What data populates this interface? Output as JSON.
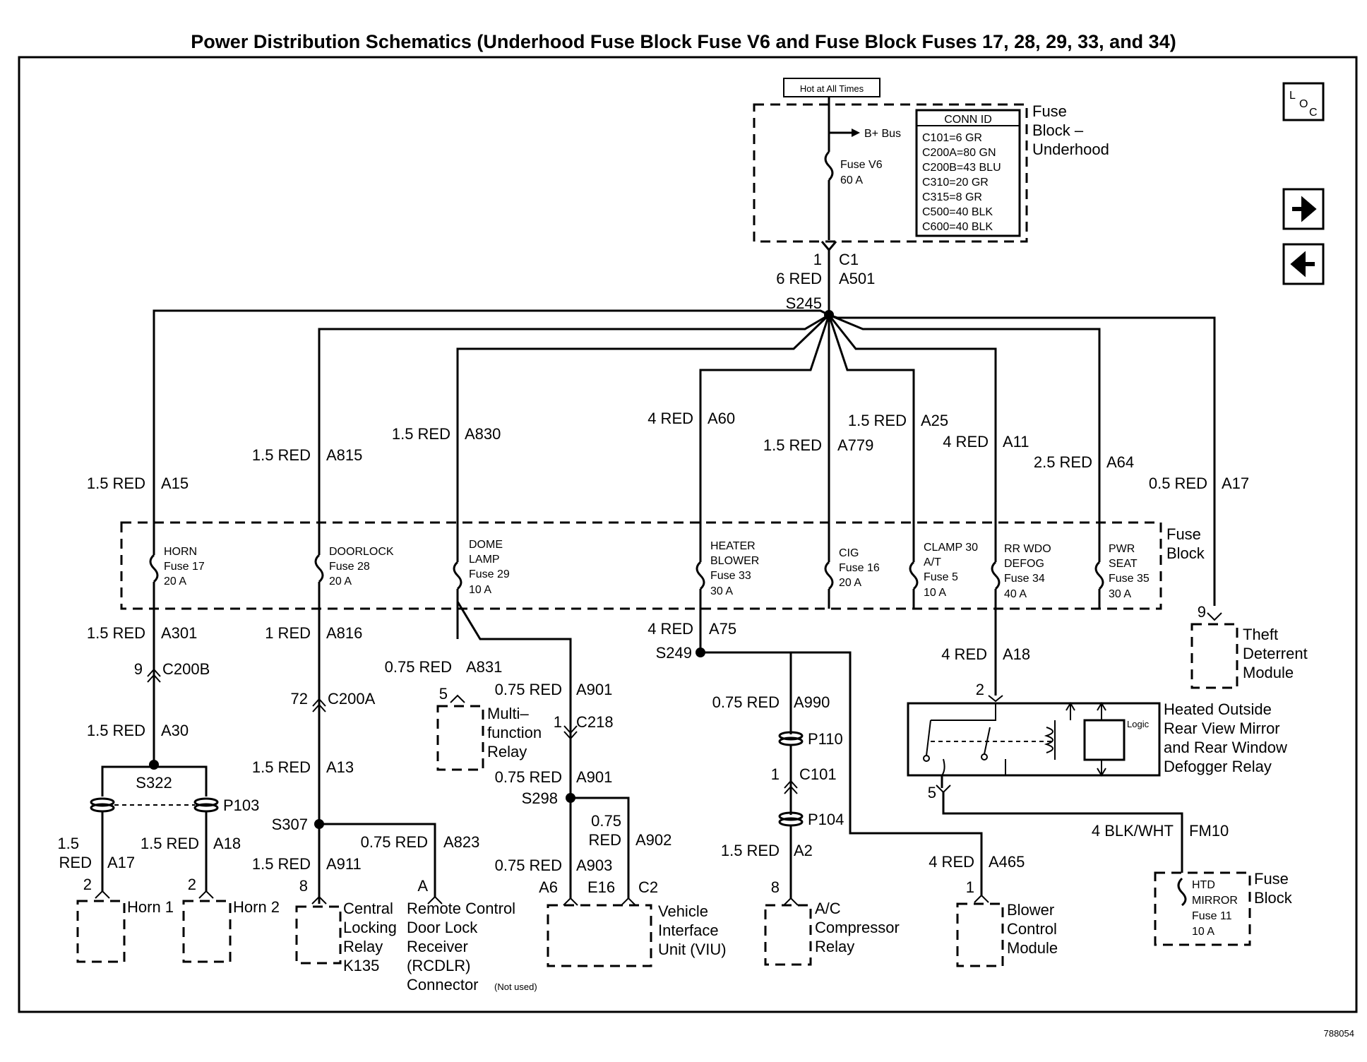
{
  "title": "Power Distribution Schematics (Underhood Fuse Block Fuse V6 and Fuse Block Fuses 17, 28, 29, 33, and 34)",
  "doc_number": "788054",
  "nav": {
    "loc": "LOC",
    "next": "→",
    "prev": "←"
  },
  "source": {
    "hot_label": "Hot at All Times",
    "bplus": "B+ Bus",
    "fuse_name": "Fuse V6",
    "fuse_rating": "60 A",
    "block_name": [
      "Fuse",
      "Block –",
      "Underhood"
    ],
    "conn_title": "CONN ID",
    "conn_rows": [
      "C101=6 GR",
      "C200A=80 GN",
      "C200B=43 BLU",
      "C310=20 GR",
      "C315=8 GR",
      "C500=40 BLK",
      "C600=40 BLK"
    ],
    "pin": "1",
    "connector": "C1",
    "wire_gauge": "6 RED",
    "wire_id": "A501",
    "splice": "S245"
  },
  "fuse_block": {
    "label": [
      "Fuse",
      "Block"
    ],
    "fuses": [
      {
        "name": [
          "HORN"
        ],
        "fuse": "Fuse 17",
        "rating": "20 A"
      },
      {
        "name": [
          "DOORLOCK"
        ],
        "fuse": "Fuse 28",
        "rating": "20 A"
      },
      {
        "name": [
          "DOME",
          "LAMP"
        ],
        "fuse": "Fuse 29",
        "rating": "10 A"
      },
      {
        "name": [
          "HEATER",
          "BLOWER"
        ],
        "fuse": "Fuse 33",
        "rating": "30 A"
      },
      {
        "name": [
          "CIG"
        ],
        "fuse": "Fuse 16",
        "rating": "20 A"
      },
      {
        "name": [
          "CLAMP 30",
          "A/T"
        ],
        "fuse": "Fuse 5",
        "rating": "10 A"
      },
      {
        "name": [
          "RR WDO",
          "DEFOG"
        ],
        "fuse": "Fuse 34",
        "rating": "40 A"
      },
      {
        "name": [
          "PWR",
          "SEAT"
        ],
        "fuse": "Fuse 35",
        "rating": "30 A"
      }
    ]
  },
  "feeds": [
    {
      "gauge": "1.5 RED",
      "id": "A15"
    },
    {
      "gauge": "1.5 RED",
      "id": "A815"
    },
    {
      "gauge": "1.5 RED",
      "id": "A830"
    },
    {
      "gauge": "4 RED",
      "id": "A60"
    },
    {
      "gauge": "1.5 RED",
      "id": "A779"
    },
    {
      "gauge": "1.5 RED",
      "id": "A25"
    },
    {
      "gauge": "4 RED",
      "id": "A11"
    },
    {
      "gauge": "2.5 RED",
      "id": "A64"
    },
    {
      "gauge": "0.5 RED",
      "id": "A17"
    }
  ],
  "horn": {
    "w1": {
      "gauge": "1.5 RED",
      "id": "A301"
    },
    "pin": "9",
    "conn": "C200B",
    "w2": {
      "gauge": "1.5 RED",
      "id": "A30"
    },
    "splice": "S322",
    "p": "P103",
    "w3a_gauge": [
      "1.5",
      "RED"
    ],
    "w3a_id": "A17",
    "w3b": {
      "gauge": "1.5 RED",
      "id": "A18"
    },
    "pin1": "2",
    "pin2": "2",
    "horn1": "Horn 1",
    "horn2": "Horn 2"
  },
  "door": {
    "w1": {
      "gauge": "1 RED",
      "id": "A816"
    },
    "pin": "72",
    "conn": "C200A",
    "w2": {
      "gauge": "1.5 RED",
      "id": "A13"
    },
    "splice": "S307",
    "w3": {
      "gauge": "1.5 RED",
      "id": "A911"
    },
    "w4": {
      "gauge": "0.75 RED",
      "id": "A823"
    },
    "pin_relay": "8",
    "pin_rcdlr": "A",
    "relay": [
      "Central",
      "Locking",
      "Relay",
      "K135"
    ],
    "rcdlr": [
      "Remote Control",
      "Door Lock",
      "Receiver",
      "(RCDLR)",
      "Connector"
    ],
    "not_used": "(Not used)"
  },
  "dome": {
    "w1": {
      "gauge": "0.75 RED",
      "id": "A831"
    },
    "pin": "5",
    "relay": [
      "Multi–",
      "function",
      "Relay"
    ],
    "w2": {
      "gauge": "0.75 RED",
      "id": "A901"
    },
    "pin2": "1",
    "conn": "C218",
    "w3": {
      "gauge": "0.75 RED",
      "id": "A901"
    },
    "splice": "S298",
    "w4_gauge": [
      "0.75",
      "RED"
    ],
    "w4_id": "A902",
    "w5": {
      "gauge": "0.75 RED",
      "id": "A903"
    },
    "pin_a6": "A6",
    "pin_e16": "E16",
    "conn2": "C2",
    "viu": [
      "Vehicle",
      "Interface",
      "Unit (VIU)"
    ]
  },
  "blower": {
    "w1": {
      "gauge": "4 RED",
      "id": "A75"
    },
    "splice": "S249",
    "w2": {
      "gauge": "0.75 RED",
      "id": "A990"
    },
    "p1": "P110",
    "pin": "1",
    "conn": "C101",
    "p2": "P104",
    "w3": {
      "gauge": "1.5 RED",
      "id": "A2"
    },
    "pin_ac": "8",
    "ac": [
      "A/C",
      "Compressor",
      "Relay"
    ],
    "w4": {
      "gauge": "4 RED",
      "id": "A465"
    },
    "pin_bcm": "1",
    "bcm": [
      "Blower",
      "Control",
      "Module"
    ]
  },
  "defog": {
    "w1": {
      "gauge": "4 RED",
      "id": "A18"
    },
    "pin_in": "2",
    "logic": "Logic",
    "relay": [
      "Heated Outside",
      "Rear View Mirror",
      "and Rear Window",
      "Defogger Relay"
    ],
    "pin_out": "5",
    "w2": {
      "gauge": "4 BLK/WHT",
      "id": "FM10"
    },
    "mirror_fuse": [
      "HTD",
      "MIRROR",
      "Fuse 11",
      "10 A"
    ],
    "block": [
      "Fuse",
      "Block"
    ]
  },
  "theft": {
    "pin": "9",
    "module": [
      "Theft",
      "Deterrent",
      "Module"
    ]
  }
}
